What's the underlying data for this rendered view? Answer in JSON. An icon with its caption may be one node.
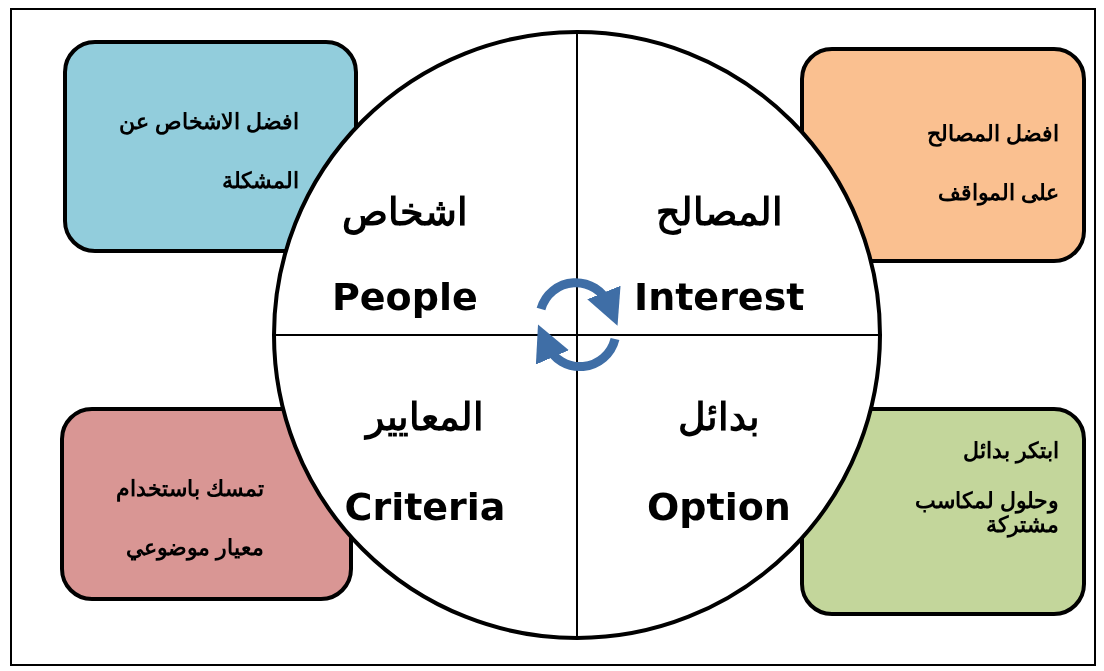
{
  "diagram": {
    "nodes": [
      {
        "text": [
          "افضل الاشخاص عن المشكلة"
        ]
      },
      {
        "text": [
          "افضل المصالح على المواقف"
        ]
      },
      {
        "text": [],
        "shape": "circle"
      },
      {
        "text": [
          "اشخاص",
          "People"
        ],
        "in": 2
      },
      {
        "text": [
          "المصالح",
          "Interest"
        ],
        "in": 2
      },
      {
        "text": [
          "المعايير",
          "Criteria"
        ],
        "in": 2
      },
      {
        "text": [
          "بدائل",
          "Option"
        ],
        "in": 2
      },
      {
        "text": [
          "تمسك باستخدام معيار موضوعي"
        ]
      },
      {
        "text": [
          "ابتكر بدائل",
          "وحلول لمكاسب مشتركة"
        ]
      }
    ],
    "edges": []
  }
}
